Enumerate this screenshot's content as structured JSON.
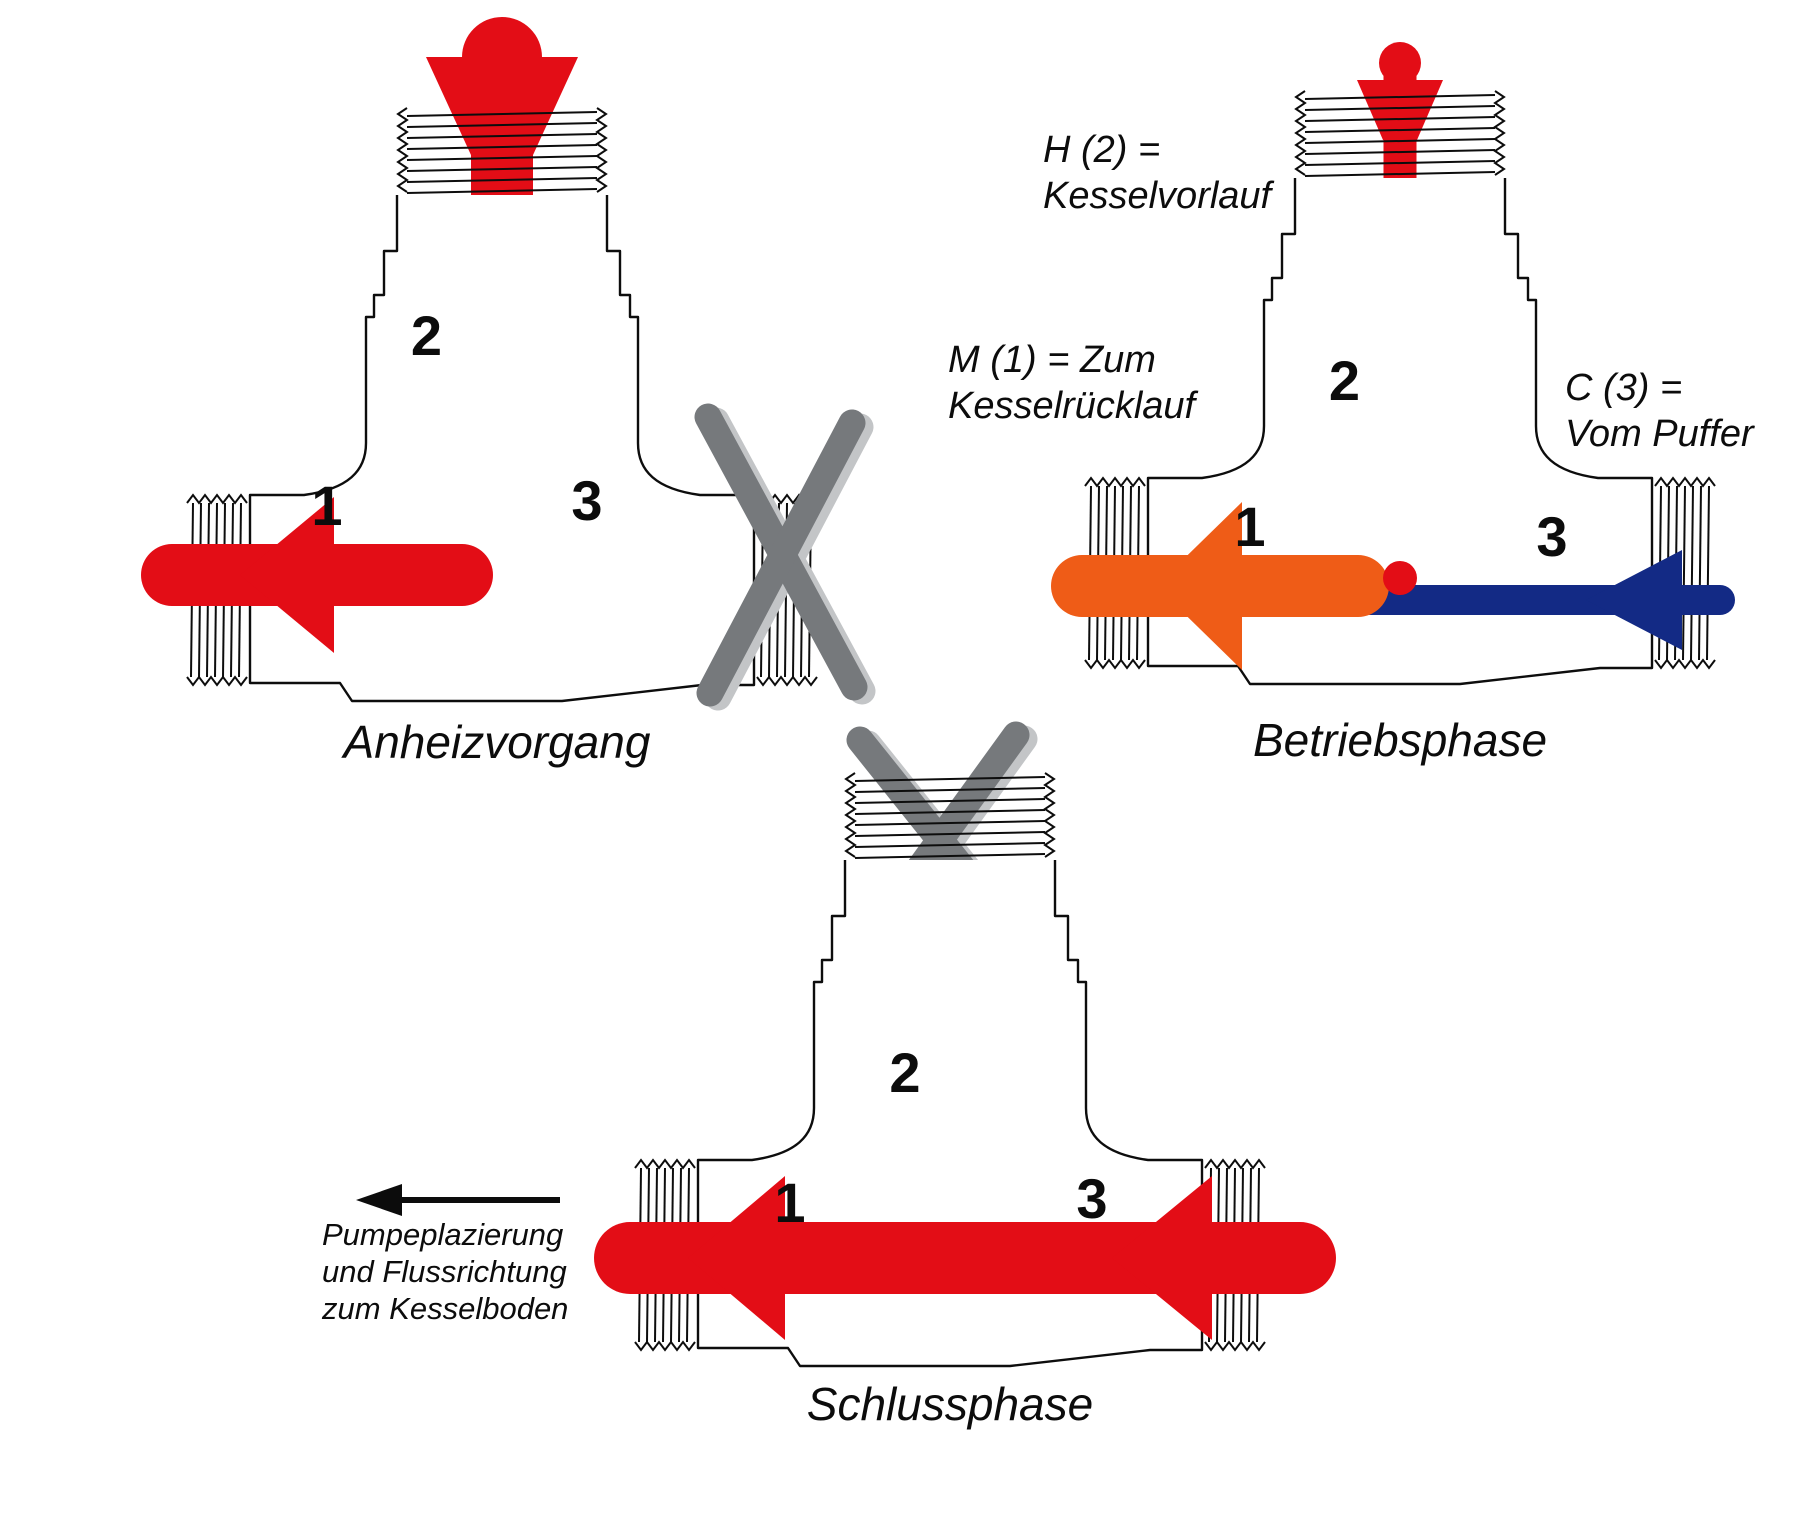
{
  "colors": {
    "red": "#e30d16",
    "orange": "#ef5c17",
    "blue": "#132a85",
    "gray": "#76797c",
    "gray-light": "#c3c5c7",
    "outline": "#0d0d0d"
  },
  "valves": {
    "anheizvorgang": {
      "caption": "Anheizvorgang",
      "port1": "1",
      "port2": "2",
      "port3": "3"
    },
    "betriebsphase": {
      "caption": "Betriebsphase",
      "port1": "1",
      "port2": "2",
      "port3": "3",
      "label_h": [
        "H (2) =",
        "Kesselvorlauf"
      ],
      "label_m": [
        "M (1) = Zum",
        "Kesselrücklauf"
      ],
      "label_c": [
        "C (3) =",
        "Vom Puffer"
      ]
    },
    "schlussphase": {
      "caption": "Schlussphase",
      "port1": "1",
      "port2": "2",
      "port3": "3",
      "note": [
        "Pumpeplazierung",
        "und Flussrichtung",
        "zum Kesselboden"
      ]
    }
  }
}
